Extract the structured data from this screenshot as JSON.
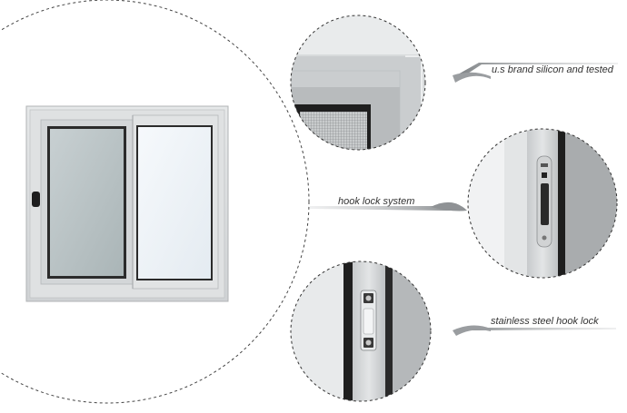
{
  "callouts": [
    {
      "id": "silicone",
      "label": "u.s brand silicon and tested"
    },
    {
      "id": "hook-lock-system",
      "label": "hook lock system"
    },
    {
      "id": "stainless-hook-lock",
      "label": "stainless steel hook lock"
    }
  ],
  "colors": {
    "frame": "#d9dbdc",
    "frame_shadow": "#b7babd",
    "glass_tinted": "#b9c3c5",
    "glass_clear": "#eef3f7",
    "gasket": "#2a2a2a",
    "pointer": "#9a9da0"
  },
  "icons": [
    "window-illustration",
    "corner-detail-photo",
    "hook-lock-photo",
    "stainless-lock-photo"
  ]
}
